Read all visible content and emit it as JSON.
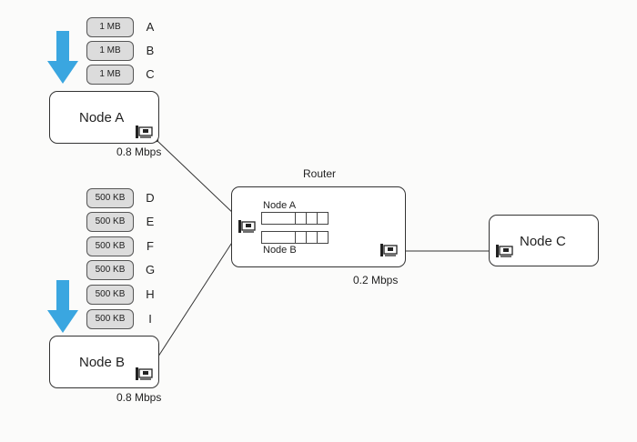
{
  "nodes": {
    "a": {
      "label": "Node A",
      "speed": "0.8 Mbps"
    },
    "b": {
      "label": "Node B",
      "speed": "0.8 Mbps"
    },
    "c": {
      "label": "Node C"
    }
  },
  "router": {
    "title": "Router",
    "queue_a_label": "Node A",
    "queue_b_label": "Node B",
    "speed": "0.2 Mbps"
  },
  "packets_a": [
    {
      "size": "1 MB",
      "letter": "A"
    },
    {
      "size": "1 MB",
      "letter": "B"
    },
    {
      "size": "1 MB",
      "letter": "C"
    }
  ],
  "packets_b": [
    {
      "size": "500 KB",
      "letter": "D"
    },
    {
      "size": "500 KB",
      "letter": "E"
    },
    {
      "size": "500 KB",
      "letter": "F"
    },
    {
      "size": "500 KB",
      "letter": "G"
    },
    {
      "size": "500 KB",
      "letter": "H"
    },
    {
      "size": "500 KB",
      "letter": "I"
    }
  ],
  "colors": {
    "arrow": "#3aa6e0",
    "packet_fill": "#dcdcdc",
    "line": "#333333"
  },
  "icons": {
    "nic": "network-card-icon",
    "arrow": "down-arrow-icon"
  }
}
